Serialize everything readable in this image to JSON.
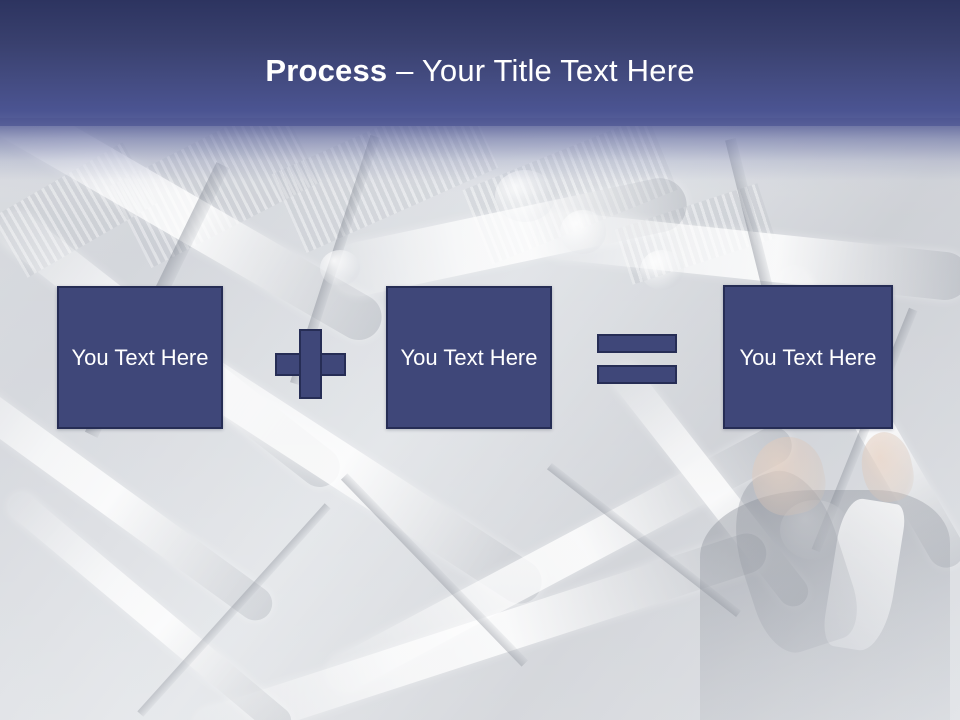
{
  "slide": {
    "title": {
      "bold_part": "Process",
      "rest_part": " – Your Title Text Here"
    }
  },
  "boxes": [
    {
      "id": "box-1",
      "label": "You Text Here"
    },
    {
      "id": "box-2",
      "label": "You Text Here"
    },
    {
      "id": "box-3",
      "label": "You Text Here"
    }
  ],
  "operators": [
    {
      "id": "plus",
      "symbol": "+",
      "name": "plus-operator"
    },
    {
      "id": "equals",
      "symbol": "=",
      "name": "equals-operator"
    }
  ],
  "colors": {
    "box_fill": "#3f4779",
    "box_border": "#262d55",
    "header_top": "#2d3460",
    "header_bottom": "#5b639c",
    "title_text": "#ffffff",
    "background_wash": "#d4d7dd"
  },
  "background": {
    "description": "industrial-piping-photo"
  }
}
